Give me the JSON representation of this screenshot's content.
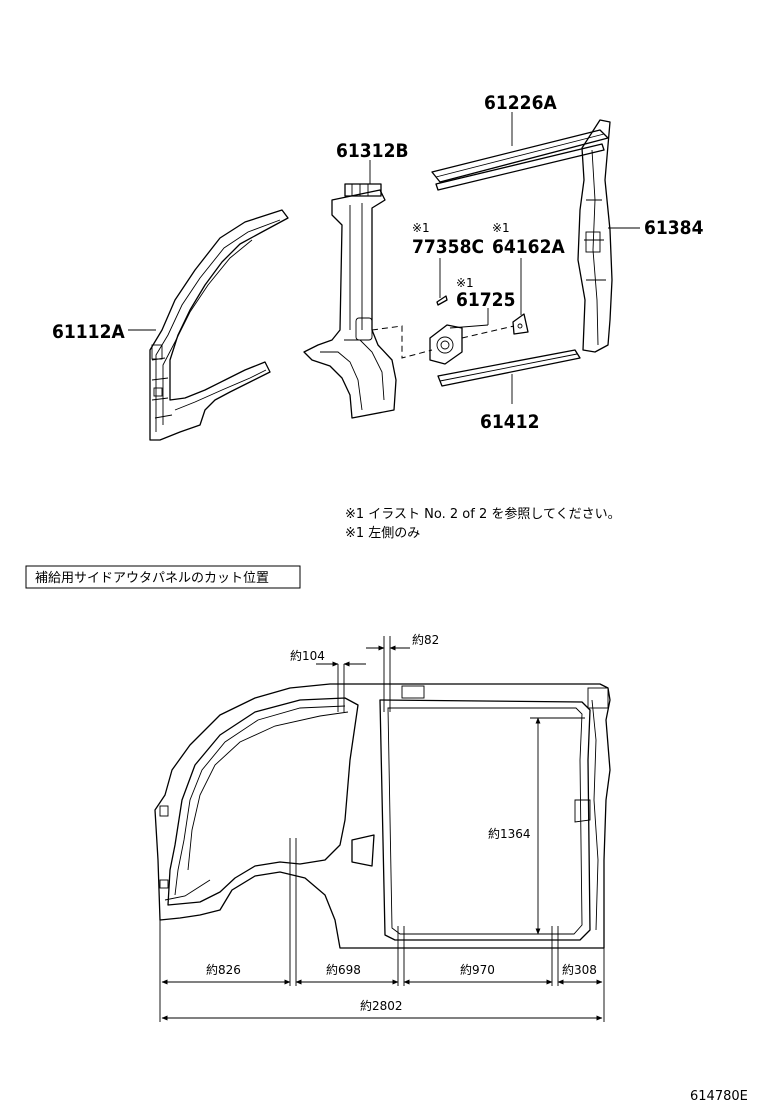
{
  "parts": [
    {
      "id": "61226A"
    },
    {
      "id": "61312B"
    },
    {
      "id": "61384"
    },
    {
      "id": "61112A"
    },
    {
      "id": "77358C",
      "mark": "※1"
    },
    {
      "id": "64162A",
      "mark": "※1"
    },
    {
      "id": "61725",
      "mark": "※1"
    },
    {
      "id": "61412"
    }
  ],
  "notes": [
    "※1 イラスト No. 2 of 2 を参照してください。",
    "※1 左側のみ"
  ],
  "section_title": "補給用サイドアウタパネルのカット位置",
  "dimensions": {
    "d104": "約104",
    "d82": "約82",
    "d1364": "約1364",
    "d826": "約826",
    "d698": "約698",
    "d970": "約970",
    "d308": "約308",
    "d2802": "約2802"
  },
  "figure_code": "614780E"
}
